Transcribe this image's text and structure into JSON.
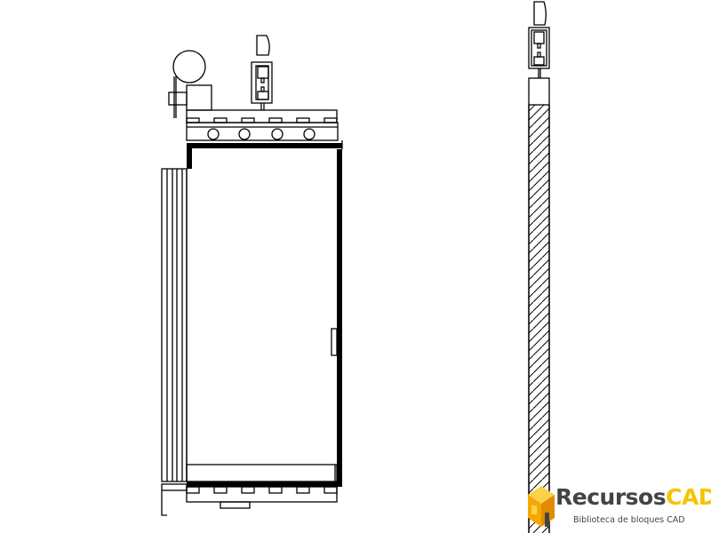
{
  "drawing": {
    "views": [
      "elevation-front",
      "section-side"
    ],
    "line_color": "#000000",
    "background": "#ffffff"
  },
  "watermark": {
    "brand_part1": "Recursos",
    "brand_part2": "CAD",
    "tagline": "Biblioteca de bloques CAD",
    "colors": {
      "text": "#444444",
      "accent": "#f5c400",
      "cube": "#f7a800"
    }
  }
}
